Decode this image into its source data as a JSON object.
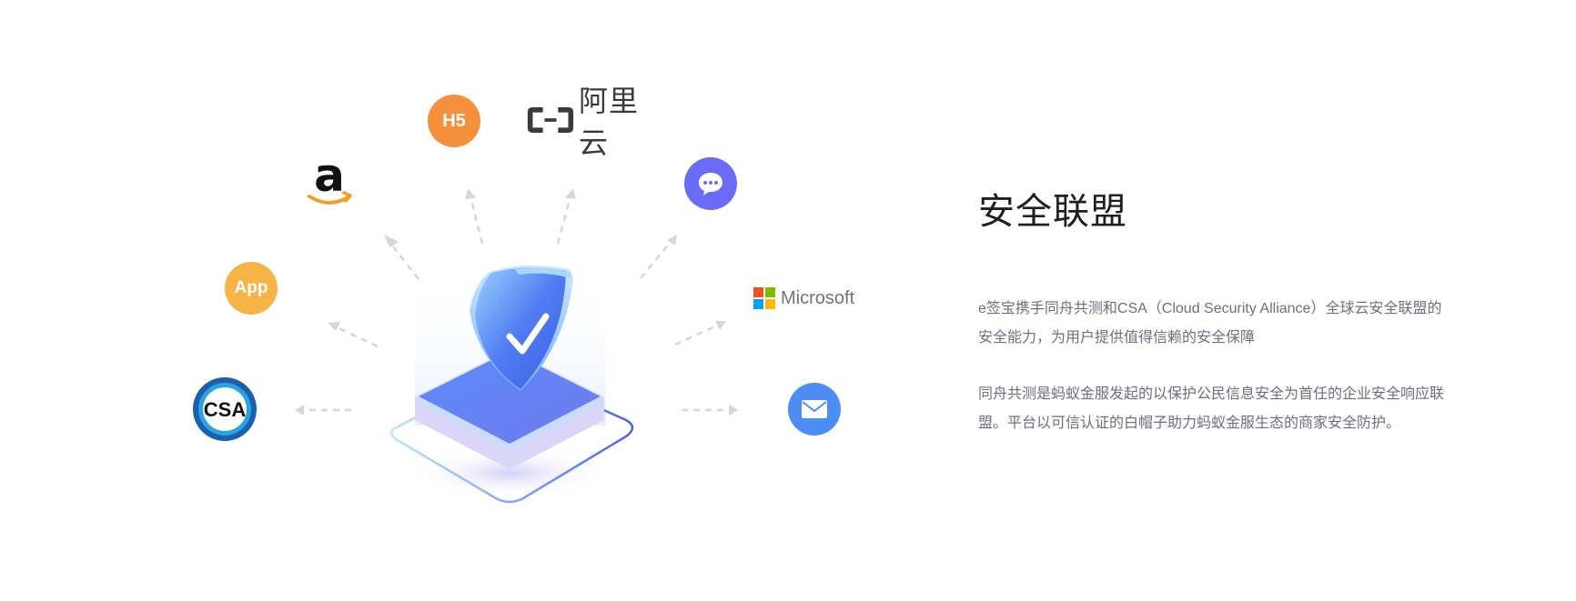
{
  "section": {
    "title": "安全联盟",
    "paragraphs": [
      "e签宝携手同舟共测和CSA（Cloud Security Alliance）全球云安全联盟的安全能力，为用户提供值得信赖的安全保障",
      "同舟共测是蚂蚁金服发起的以保护公民信息安全为首任的企业安全响应联盟。平台以可信认证的白帽子助力蚂蚁金服生态的商家安全防护。"
    ]
  },
  "partners": {
    "h5": {
      "label": "H5",
      "color": "#f5903c"
    },
    "app": {
      "label": "App",
      "color": "#f5b445"
    },
    "aliyun": {
      "label": "阿里云",
      "icon": "aliyun-logo"
    },
    "microsoft": {
      "label": "Microsoft",
      "icon": "microsoft-logo"
    },
    "csa": {
      "label": "CSA",
      "icon": "csa-logo"
    },
    "amazon": {
      "icon": "amazon-logo"
    },
    "chat": {
      "icon": "chat-bubble-icon",
      "color": "#6a6cf7"
    },
    "mail": {
      "icon": "envelope-icon",
      "color": "#4c8ef6"
    }
  },
  "illustration": {
    "icon": "security-shield-icon"
  }
}
